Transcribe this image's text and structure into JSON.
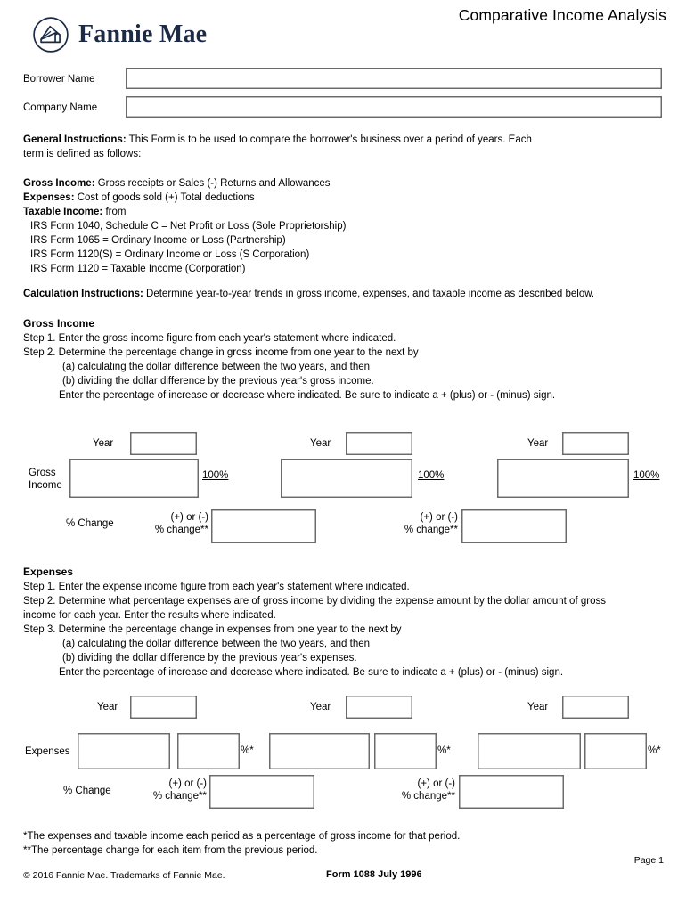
{
  "header": {
    "title": "Comparative Income Analysis",
    "logo_text": "Fannie Mae",
    "logo_icon": "fannie-mae-house-logo"
  },
  "fields": {
    "borrower_label": "Borrower Name",
    "borrower_value": "",
    "company_label": "Company Name",
    "company_value": ""
  },
  "general_instructions": {
    "heading": "General Instructions:",
    "line1": "This Form is to be used to compare the borrower's business over a period of years. Each",
    "line2": "term is defined as follows:",
    "gross_income_label": "Gross Income:",
    "gross_income_text": "Gross receipts or Sales (-) Returns and Allowances",
    "expenses_label": "Expenses:",
    "expenses_text": "Cost of goods sold (+) Total deductions",
    "taxable_label": "Taxable Income:",
    "taxable_text": "from",
    "irs_lines": [
      "IRS Form 1040, Schedule C = Net Profit or Loss (Sole Proprietorship)",
      "IRS Form 1065 = Ordinary Income or Loss (Partnership)",
      "IRS Form 1120(S) = Ordinary Income or Loss (S Corporation)",
      "IRS Form 1120 = Taxable Income (Corporation)"
    ]
  },
  "calculation_instructions": {
    "heading": "Calculation Instructions:",
    "text": "Determine year-to-year trends in gross income, expenses, and taxable income as described below."
  },
  "gross_income_section": {
    "heading": "Gross Income",
    "step1": "Step 1. Enter the gross income figure from each year's statement where indicated.",
    "step2": "Step 2. Determine the percentage change in gross income from one year to the next by",
    "step2a": "(a) calculating the dollar difference between the two years, and then",
    "step2b": "(b) dividing the dollar difference by the previous year's gross income.",
    "step2c": "Enter the percentage of increase or decrease where indicated. Be sure to indicate a + (plus) or - (minus) sign.",
    "year_label": "Year",
    "row_label_line1": "Gross",
    "row_label_line2": "Income",
    "pct_100": "100%",
    "change_label": "% Change",
    "change_sub_line1": "(+) or (-)",
    "change_sub_line2": "% change**",
    "year_values": [
      "",
      "",
      ""
    ],
    "amount_values": [
      "",
      "",
      ""
    ],
    "change_values": [
      "",
      ""
    ]
  },
  "expenses_section": {
    "heading": "Expenses",
    "step1": "Step 1. Enter the expense income figure from each year's statement where indicated.",
    "step2_line1": "Step 2. Determine what percentage expenses are of gross income by dividing the expense amount by the dollar amount of gross",
    "step2_line2": "income for each year. Enter the results where indicated.",
    "step3": "Step 3. Determine the percentage change in expenses from one year to the next by",
    "step3a": "(a) calculating the dollar difference between the two years, and then",
    "step3b": "(b) dividing the dollar difference by the previous year's expenses.",
    "step3c": "Enter the percentage of increase and decrease where indicated. Be sure to indicate a + (plus) or - (minus) sign.",
    "year_label": "Year",
    "row_label": "Expenses",
    "pct_star": "%*",
    "change_label": "% Change",
    "change_sub_line1": "(+) or (-)",
    "change_sub_line2": "% change**",
    "year_values": [
      "",
      "",
      ""
    ],
    "amount_values": [
      "",
      "",
      ""
    ],
    "pct_values": [
      "",
      "",
      ""
    ],
    "change_values": [
      "",
      ""
    ]
  },
  "footnotes": {
    "star": "*The expenses and taxable income each period as a percentage of gross income for that period.",
    "doublestar": "**The percentage change for each item from the previous period."
  },
  "footer": {
    "page": "Page 1",
    "copyright": "© 2016 Fannie Mae. Trademarks of Fannie Mae.",
    "form_id": "Form 1088  July 1996"
  },
  "colors": {
    "brand_navy": "#1d2a46",
    "box_border": "#808080",
    "text": "#000000"
  }
}
